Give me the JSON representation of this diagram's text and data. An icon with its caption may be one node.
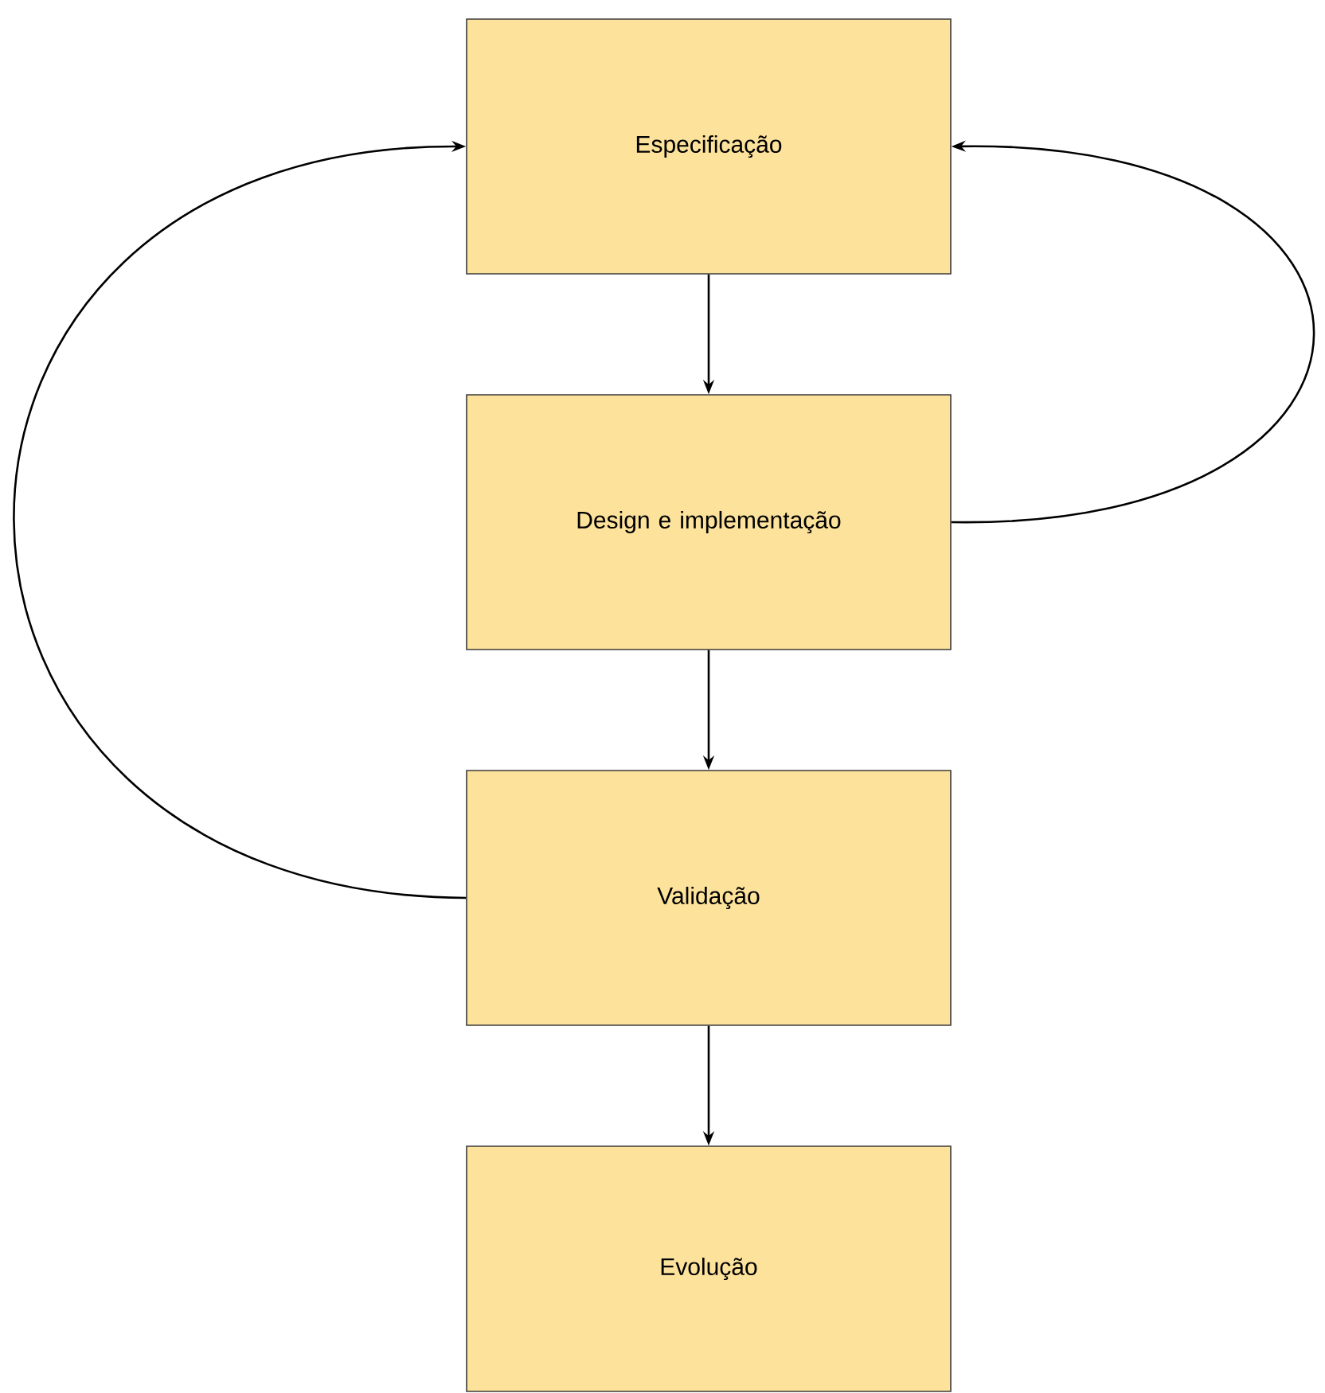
{
  "diagram": {
    "nodes": [
      {
        "text": [
          "Especificação"
        ]
      },
      {
        "text": [
          "Design e implementação"
        ]
      },
      {
        "text": [
          "Validação"
        ]
      },
      {
        "text": [
          "Evolução"
        ]
      }
    ],
    "edges": [
      {
        "from": 0,
        "to": 1,
        "arrow": "to"
      },
      {
        "from": 1,
        "to": 2,
        "arrow": "to"
      },
      {
        "from": 2,
        "to": 3,
        "arrow": "to"
      },
      {
        "from": 1,
        "to": 0,
        "arrow": "to"
      },
      {
        "from": 2,
        "to": 0,
        "arrow": "to"
      }
    ]
  }
}
